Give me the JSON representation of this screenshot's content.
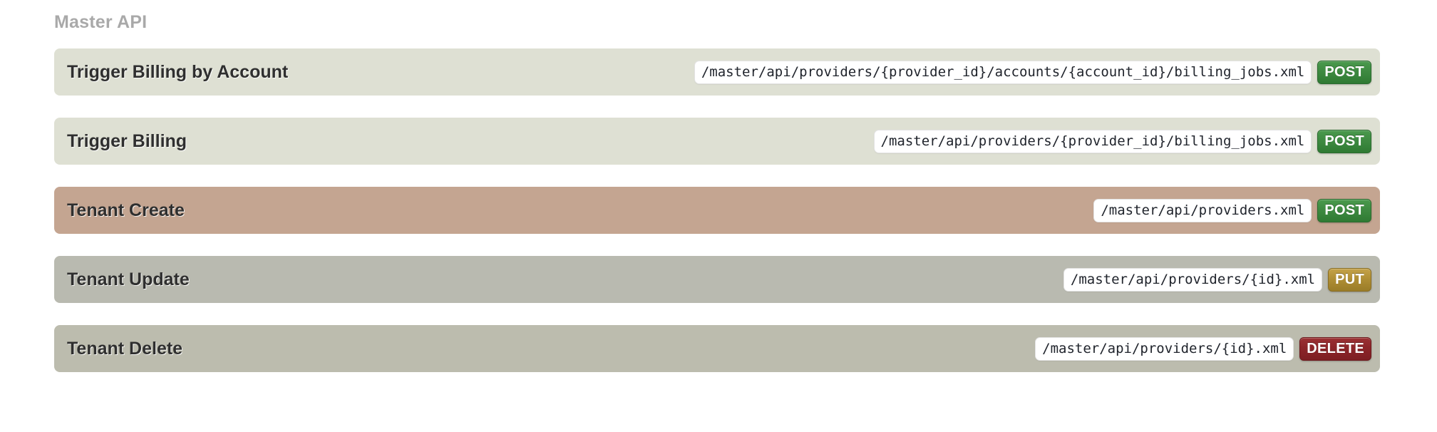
{
  "section": {
    "title": "Master API"
  },
  "colors": {
    "section_title": "#a9a9a9",
    "row_sage": "#dee0d3",
    "row_tan": "#c4a591",
    "row_gray": "#b9bab0",
    "row_gray_alt": "#bcbcae",
    "badge_post": "#3e8a41",
    "badge_put": "#b08f35",
    "badge_delete": "#8c2529",
    "path_chip_bg": "#ffffff",
    "title_text": "#2f2f2f"
  },
  "endpoints": [
    {
      "title": "Trigger Billing by Account",
      "path": "/master/api/providers/{provider_id}/accounts/{account_id}/billing_jobs.xml",
      "method": "POST",
      "tone": "tone-sage",
      "method_class": "m-post"
    },
    {
      "title": "Trigger Billing",
      "path": "/master/api/providers/{provider_id}/billing_jobs.xml",
      "method": "POST",
      "tone": "tone-sage",
      "method_class": "m-post"
    },
    {
      "title": "Tenant Create",
      "path": "/master/api/providers.xml",
      "method": "POST",
      "tone": "tone-tan",
      "method_class": "m-post"
    },
    {
      "title": "Tenant Update",
      "path": "/master/api/providers/{id}.xml",
      "method": "PUT",
      "tone": "tone-gray",
      "method_class": "m-put"
    },
    {
      "title": "Tenant Delete",
      "path": "/master/api/providers/{id}.xml",
      "method": "DELETE",
      "tone": "tone-gray2",
      "method_class": "m-delete"
    }
  ]
}
